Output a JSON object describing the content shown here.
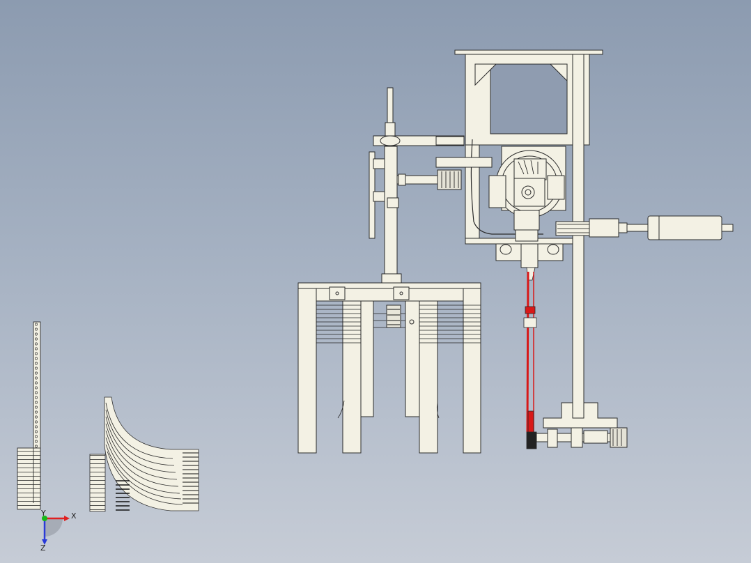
{
  "triad": {
    "x_label": "X",
    "y_label": "Y",
    "z_label": "Z",
    "colors": {
      "x": "#e02020",
      "y": "#18b818",
      "z": "#2a3ad8"
    }
  },
  "palette": {
    "part_fill": "#f3f1e4",
    "edge": "#2a2a2a",
    "rod_red": "#d81818"
  }
}
